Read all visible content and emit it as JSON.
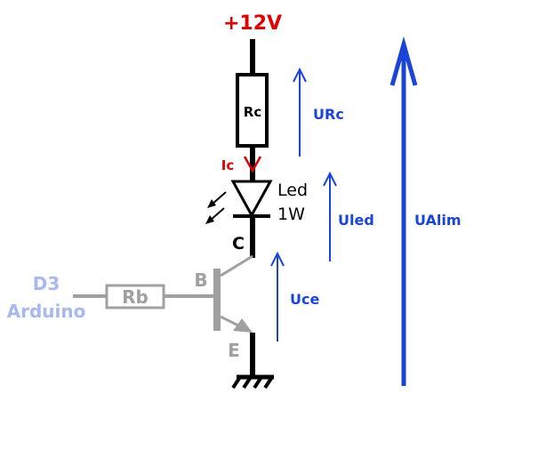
{
  "supply": {
    "label": "+12V",
    "color": "#e00000"
  },
  "components": {
    "rc": {
      "label": "Rc"
    },
    "led": {
      "name": "Led",
      "power": "1W"
    },
    "rb": {
      "label": "Rb"
    }
  },
  "current": {
    "label": "Ic",
    "color": "#e00000"
  },
  "transistor": {
    "collector": "C",
    "base": "B",
    "emitter": "E",
    "color": "#a0a0a0"
  },
  "input": {
    "pin": "D3",
    "board": "Arduino",
    "color": "#a8b8f0"
  },
  "voltages": {
    "color": "#1a45d8",
    "urc": "URc",
    "uled": "Uled",
    "uce": "Uce",
    "ualim": "UAlim"
  }
}
